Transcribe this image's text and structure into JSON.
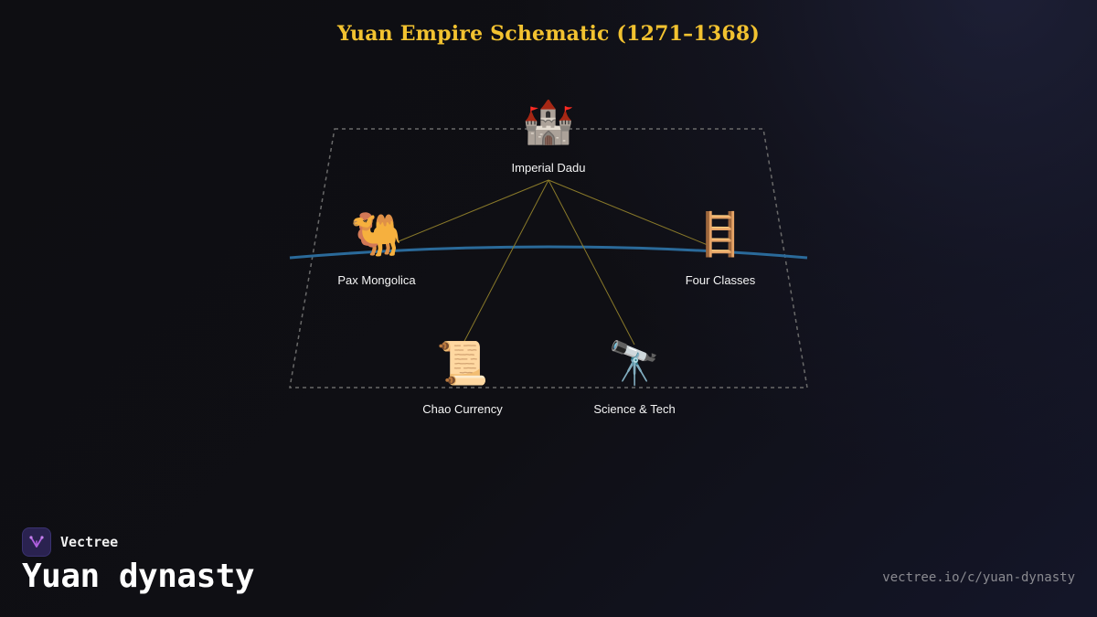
{
  "diagram": {
    "title": "Yuan Empire Schematic (1271–1368)",
    "nodes": [
      {
        "id": "dadu",
        "label": "Imperial Dadu",
        "icon": "castle-icon",
        "glyph": "🏰"
      },
      {
        "id": "pax",
        "label": "Pax Mongolica",
        "icon": "camel-icon",
        "glyph": "🐫"
      },
      {
        "id": "classes",
        "label": "Four Classes",
        "icon": "ladder-icon",
        "glyph": "🪜"
      },
      {
        "id": "chao",
        "label": "Chao Currency",
        "icon": "scroll-icon",
        "glyph": "📜"
      },
      {
        "id": "science",
        "label": "Science & Tech",
        "icon": "telescope-icon",
        "glyph": "🔭"
      }
    ],
    "edges": [
      {
        "from": "dadu",
        "to": "pax"
      },
      {
        "from": "dadu",
        "to": "classes"
      },
      {
        "from": "dadu",
        "to": "chao"
      },
      {
        "from": "dadu",
        "to": "science"
      }
    ],
    "colors": {
      "title": "#f2c230",
      "edge": "#8a7a2a",
      "river": "#2a6a9a",
      "frame": "#6a6a6a"
    }
  },
  "brand": {
    "name": "Vectree",
    "logo_icon": "vectree-logo-icon"
  },
  "page": {
    "title": "Yuan dynasty",
    "url": "vectree.io/c/yuan-dynasty"
  }
}
